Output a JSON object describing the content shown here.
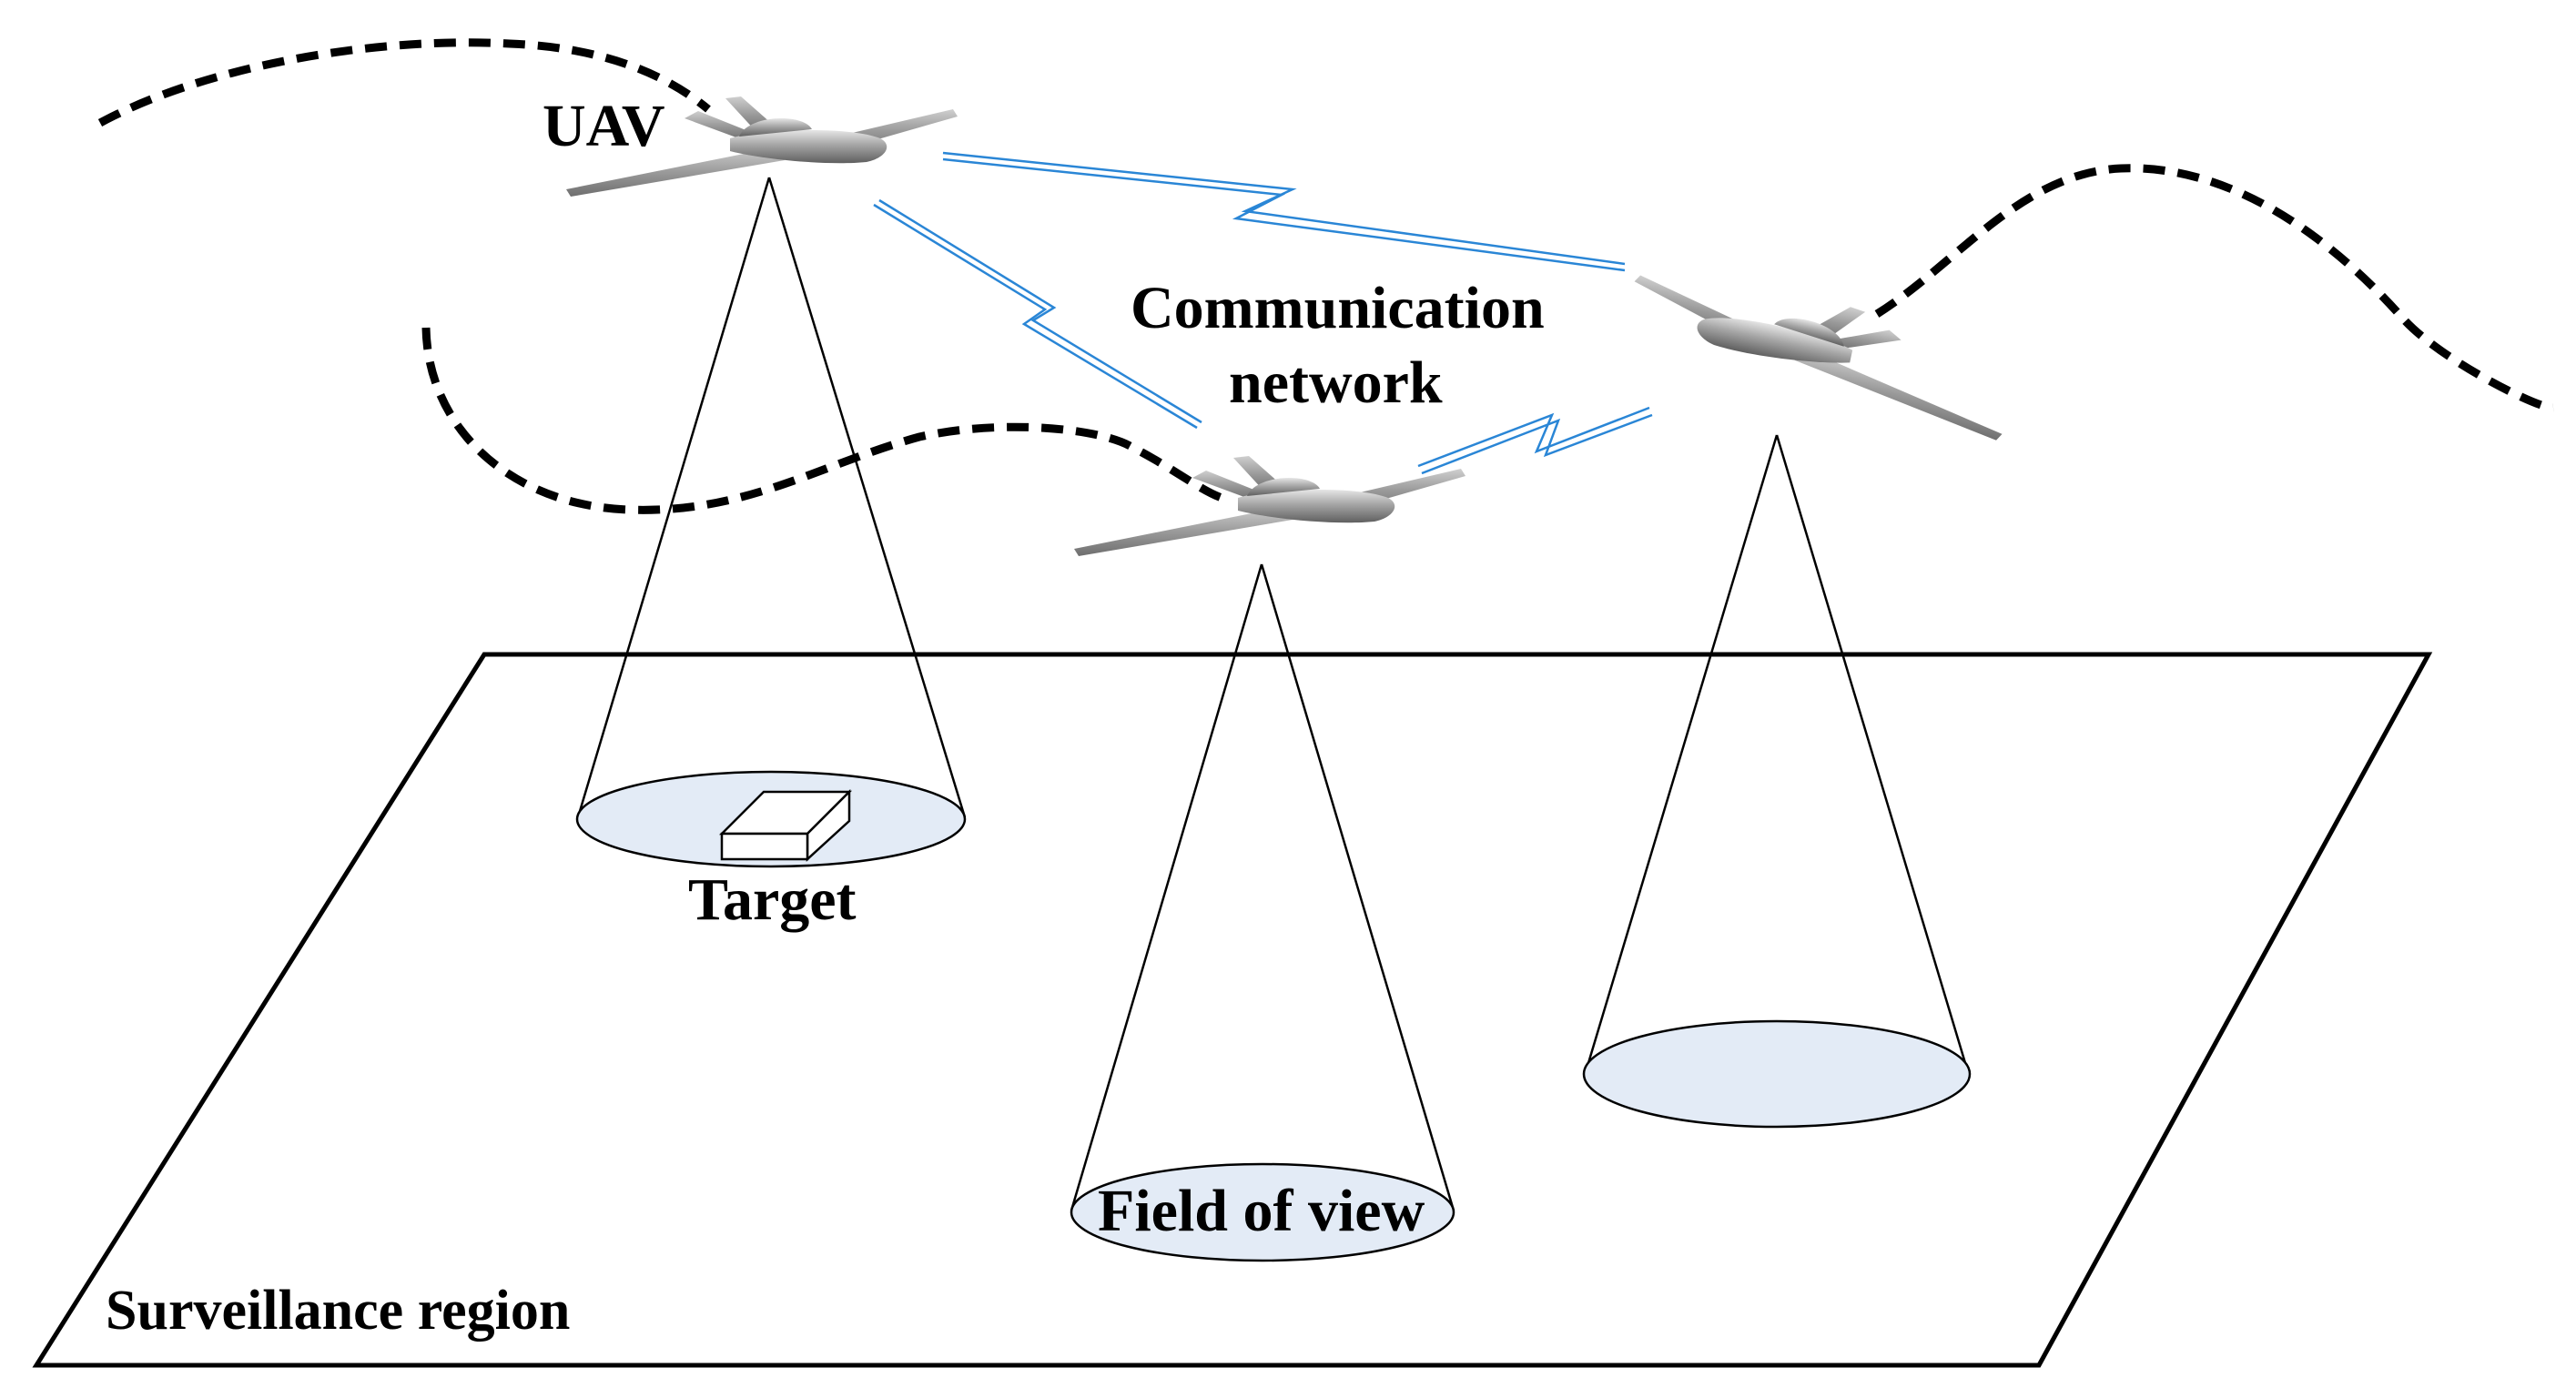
{
  "labels": {
    "uav": "UAV",
    "communication_line1": "Communication",
    "communication_line2": "network",
    "target": "Target",
    "field_of_view": "Field of view",
    "surveillance_region": "Surveillance region"
  },
  "colors": {
    "link": "#2a86d6",
    "fov_fill": "#e3ebf6",
    "line": "#000000",
    "uav_body": "#a8a8a8"
  },
  "icons": {
    "uav": "fixed-wing-drone-icon",
    "target": "box-icon"
  }
}
